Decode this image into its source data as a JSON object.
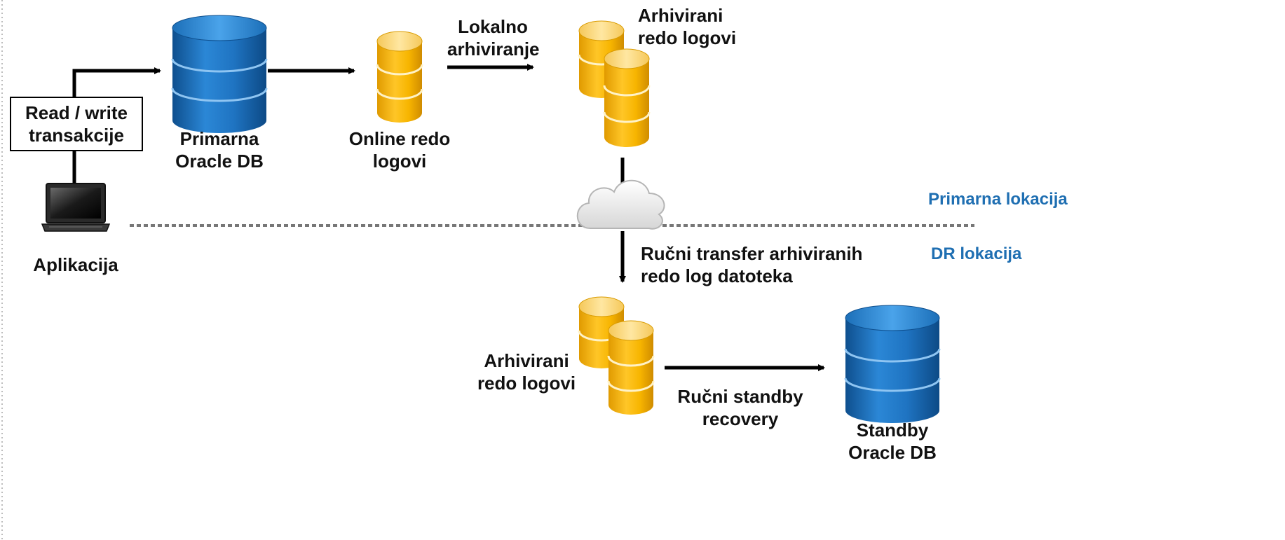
{
  "labels": {
    "read_write_line1": "Read / write",
    "read_write_line2": "transakcije",
    "primarna_db_line1": "Primarna",
    "primarna_db_line2": "Oracle DB",
    "online_redo_line1": "Online redo",
    "online_redo_line2": "logovi",
    "lokalno_line1": "Lokalno",
    "lokalno_line2": "arhiviranje",
    "arhivirani_top_line1": "Arhivirani",
    "arhivirani_top_line2": "redo logovi",
    "aplikacija": "Aplikacija",
    "rucni_transfer_line1": "Ručni transfer arhiviranih",
    "rucni_transfer_line2": "redo log datoteka",
    "arhivirani_bottom_line1": "Arhivirani",
    "arhivirani_bottom_line2": "redo logovi",
    "rucni_standby_line1": "Ručni standby",
    "rucni_standby_line2": "recovery",
    "standby_db_line1": "Standby",
    "standby_db_line2": "Oracle DB"
  },
  "locations": {
    "primary": "Primarna lokacija",
    "dr": "DR lokacija"
  },
  "colors": {
    "location_text": "#1f6fb2",
    "db_blue": "#1e73be",
    "log_gold": "#f5b400"
  },
  "icons": {
    "primary_db": "database-icon",
    "standby_db": "database-icon",
    "online_logs": "database-icon",
    "archived_logs": "database-icon",
    "app": "laptop-icon",
    "network": "cloud-icon"
  }
}
